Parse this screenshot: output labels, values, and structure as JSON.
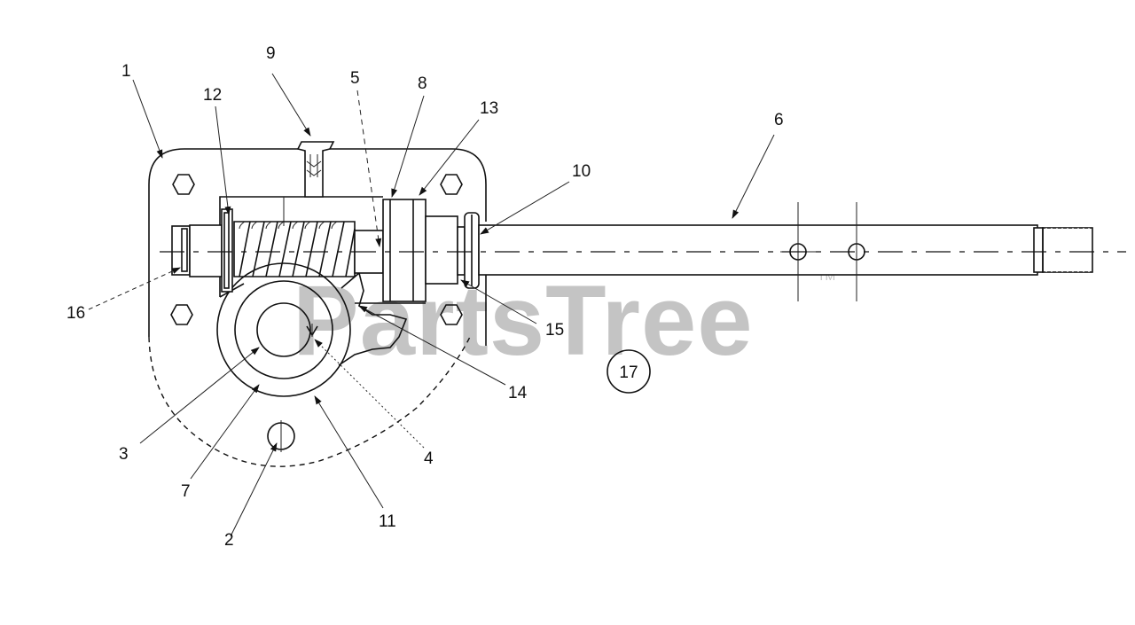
{
  "watermark": {
    "text": "PartsTree",
    "trademark": "TM",
    "color": "#c4c4c4"
  },
  "callouts": [
    {
      "label": "1"
    },
    {
      "label": "2"
    },
    {
      "label": "3"
    },
    {
      "label": "4"
    },
    {
      "label": "5"
    },
    {
      "label": "6"
    },
    {
      "label": "7"
    },
    {
      "label": "8"
    },
    {
      "label": "9"
    },
    {
      "label": "10"
    },
    {
      "label": "11"
    },
    {
      "label": "12"
    },
    {
      "label": "13"
    },
    {
      "label": "14"
    },
    {
      "label": "15"
    },
    {
      "label": "16"
    },
    {
      "label": "17"
    }
  ]
}
